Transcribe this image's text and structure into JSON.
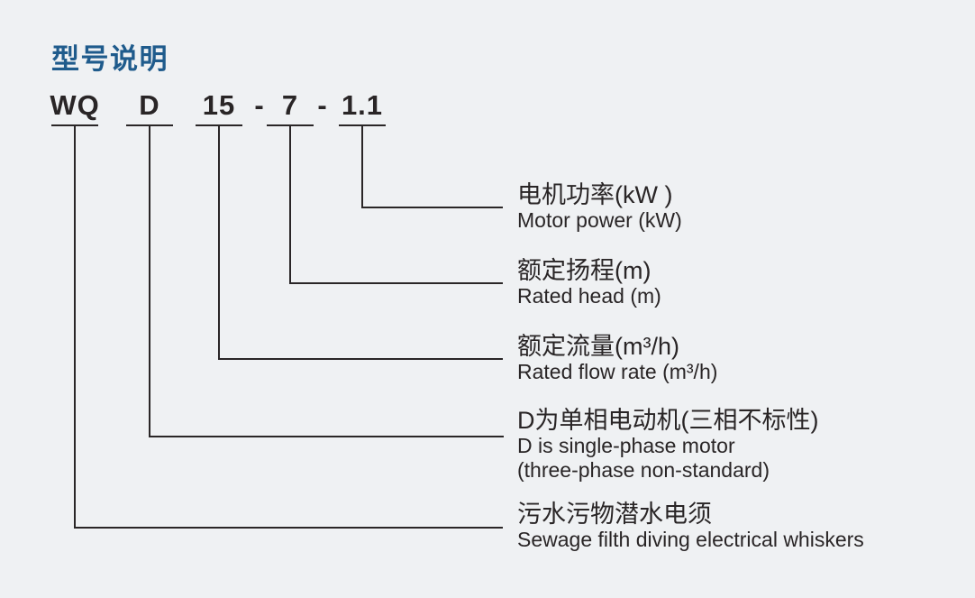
{
  "theme": {
    "bg": "#eff1f3",
    "title": "#1f5b8c",
    "ink": "#292526",
    "line": "#2a2627"
  },
  "page": {
    "title": "型号说明"
  },
  "model_code": {
    "segments": [
      {
        "text": "WQ"
      },
      {
        "text": "D"
      },
      {
        "text": "15"
      },
      {
        "text": "7"
      },
      {
        "text": "1.1"
      }
    ],
    "separator": "-"
  },
  "labels": [
    {
      "zh": "电机功率(kW )",
      "en": "Motor power (kW)"
    },
    {
      "zh": "额定扬程(m)",
      "en": "Rated head (m)"
    },
    {
      "zh": "额定流量(m³/h)",
      "en": "Rated flow rate (m³/h)"
    },
    {
      "zh": "D为单相电动机(三相不标性)",
      "en": "D is single-phase motor",
      "en2": "(three-phase non-standard)"
    },
    {
      "zh": "污水污物潜水电须",
      "en": "Sewage filth diving electrical whiskers"
    }
  ]
}
